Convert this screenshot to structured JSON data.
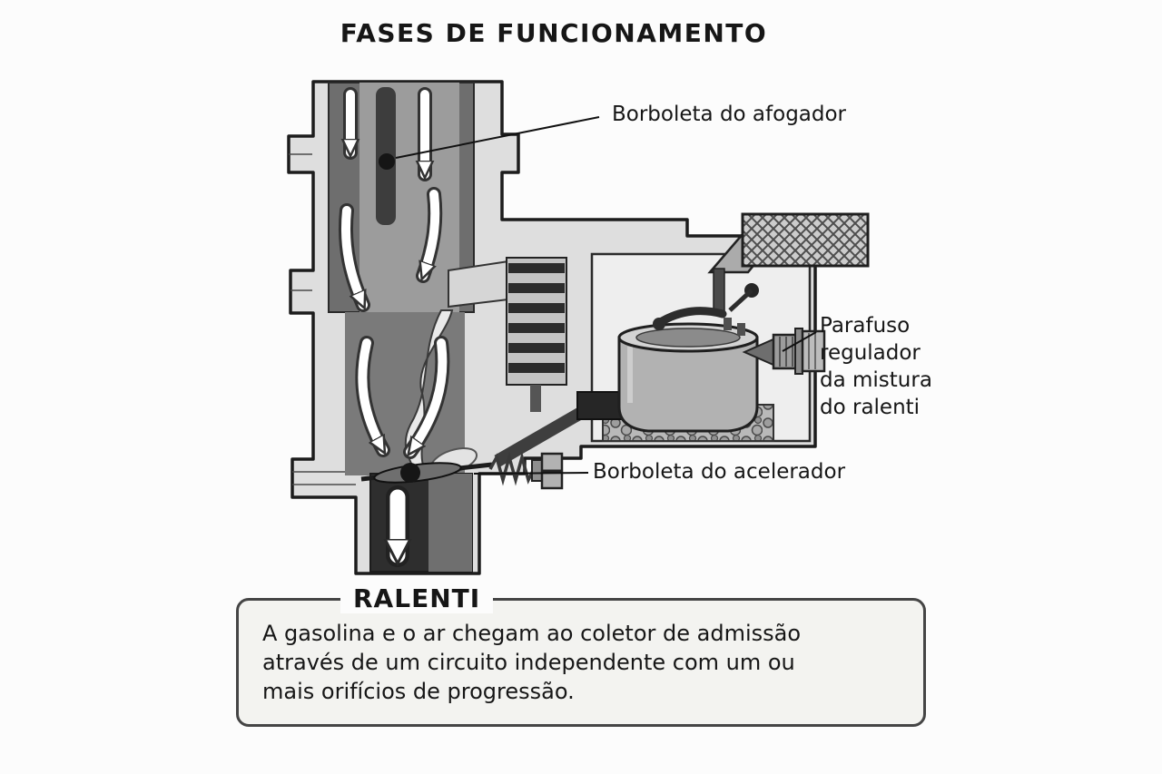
{
  "title": "FASES DE FUNCIONAMENTO",
  "labels": {
    "choke": "Borboleta do afogador",
    "idle_screw": "Parafuso\nregulador\nda mistura\ndo ralenti",
    "throttle": "Borboleta do acelerador"
  },
  "info_box": {
    "title": "RALENTI",
    "body": "A gasolina e o ar chegam ao coletor de admissão\natravés de um circuito independente com um ou\nmais orifícios de progressão."
  },
  "colors": {
    "ink": "#161616",
    "page_background": "#fcfcfc",
    "box_fill": "#f3f3f0",
    "metal_light": "#dedede",
    "metal_dark": "#6e6e6e"
  }
}
